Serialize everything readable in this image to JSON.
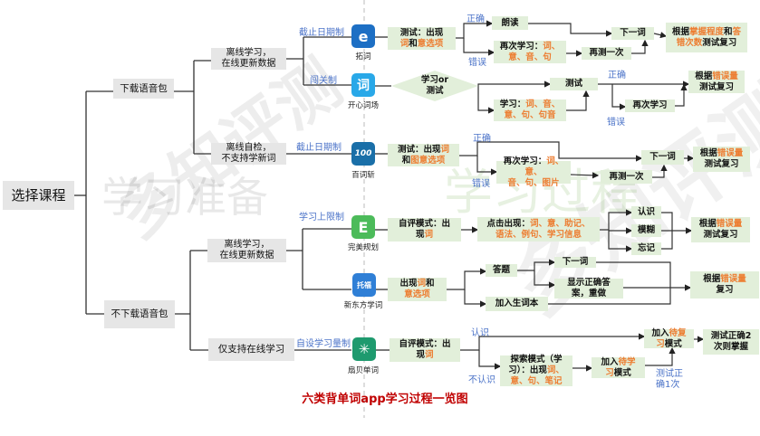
{
  "title": "六类背单词app学习过程一览图",
  "watermarks": {
    "prep": "学习准备",
    "process": "学习过程",
    "brand": "多知评测"
  },
  "root": "选择课程",
  "level1": {
    "download": "下载语音包",
    "no_download": "不下载语音包"
  },
  "level2": {
    "offline_a": "离线学习，\n在线更新数据",
    "offline_check": "离线自检，\n不支持学新词",
    "offline_b": "离线学习，\n在线更新数据",
    "online_only": "仅支持在线学习"
  },
  "rules": [
    "截止日期制",
    "闯关制",
    "截止日期制",
    "学习上限制",
    "自设学习量制"
  ],
  "apps": [
    {
      "name": "拓词",
      "glyph": "e",
      "color": "#1d6fc4"
    },
    {
      "name": "开心词场",
      "glyph": "词",
      "color": "#29a8e8"
    },
    {
      "name": "百词斩",
      "glyph": "100",
      "color": "#1a6fa8"
    },
    {
      "name": "完美规划",
      "glyph": "E",
      "color": "#4cbb5a"
    },
    {
      "name": "新东方学词",
      "glyph": "托福",
      "color": "#2f7fd6"
    },
    {
      "name": "扇贝单词",
      "glyph": "✳",
      "color": "#1e9a6e"
    }
  ],
  "colors": {
    "box": "#e2efda",
    "highlight": "#ed7d31",
    "label": "#4a72c8",
    "title": "#c00000"
  },
  "edge_labels": {
    "correct": "正确",
    "wrong": "错误",
    "know": "认识",
    "unknown": "不认识",
    "test_once": "测试正\n确1次"
  },
  "flows": {
    "r1_test": [
      {
        "t": "测试：出现\n"
      },
      {
        "t": "词",
        "hl": true
      },
      {
        "t": "和"
      },
      {
        "t": "意选项",
        "hl": true
      }
    ],
    "r1_read": [
      {
        "t": "朗读"
      }
    ],
    "r1_relearn": [
      {
        "t": "再次学习："
      },
      {
        "t": "词、\n意、音、句",
        "hl": true
      }
    ],
    "r1_retest": [
      {
        "t": "再测一次"
      }
    ],
    "r1_next": [
      {
        "t": "下一词"
      }
    ],
    "r1_review": [
      {
        "t": "根据"
      },
      {
        "t": "掌握程度",
        "hl": true
      },
      {
        "t": "和"
      },
      {
        "t": "答\n错次数",
        "hl": true
      },
      {
        "t": "测试复习"
      }
    ],
    "r2_choice": [
      {
        "t": "学习or\n测试"
      }
    ],
    "r2_test": [
      {
        "t": "测试"
      }
    ],
    "r2_learn": [
      {
        "t": "学习："
      },
      {
        "t": "词、音、\n意、句、句音",
        "hl": true
      }
    ],
    "r2_relearn": [
      {
        "t": "再次学习"
      }
    ],
    "r2_review": [
      {
        "t": "根据"
      },
      {
        "t": "错误量",
        "hl": true
      },
      {
        "t": "\n测试复习"
      }
    ],
    "r3_test": [
      {
        "t": "测试：出现"
      },
      {
        "t": "词",
        "hl": true
      },
      {
        "t": "\n和"
      },
      {
        "t": "图意选项",
        "hl": true
      }
    ],
    "r3_relearn": [
      {
        "t": "再次学习："
      },
      {
        "t": "词、意、\n音、句、图片",
        "hl": true
      }
    ],
    "r3_retest": [
      {
        "t": "再测一次"
      }
    ],
    "r3_next": [
      {
        "t": "下一词"
      }
    ],
    "r3_review": [
      {
        "t": "根据"
      },
      {
        "t": "错误量",
        "hl": true
      },
      {
        "t": "\n测试复习"
      }
    ],
    "r4_self": [
      {
        "t": "自评模式：出\n现"
      },
      {
        "t": "词",
        "hl": true
      }
    ],
    "r4_click": [
      {
        "t": "点击出现："
      },
      {
        "t": "词、意、助记、\n语法、例句、学习信息",
        "hl": true
      }
    ],
    "r4_know": [
      {
        "t": "认识"
      }
    ],
    "r4_vague": [
      {
        "t": "模糊"
      }
    ],
    "r4_forget": [
      {
        "t": "忘记"
      }
    ],
    "r4_review": [
      {
        "t": "根据"
      },
      {
        "t": "错误量",
        "hl": true
      },
      {
        "t": "\n测试复习"
      }
    ],
    "r5_show": [
      {
        "t": "出现"
      },
      {
        "t": "词",
        "hl": true
      },
      {
        "t": "和\n"
      },
      {
        "t": "意选项",
        "hl": true
      }
    ],
    "r5_answer": [
      {
        "t": "答题"
      }
    ],
    "r5_next": [
      {
        "t": "下一词"
      }
    ],
    "r5_redo": [
      {
        "t": "显示正确答\n案，重做"
      }
    ],
    "r5_notebook": [
      {
        "t": "加入生词本"
      }
    ],
    "r5_review": [
      {
        "t": "根据"
      },
      {
        "t": "错误量",
        "hl": true
      },
      {
        "t": "\n复习"
      }
    ],
    "r6_self": [
      {
        "t": "自评模式：出\n现"
      },
      {
        "t": "词",
        "hl": true
      }
    ],
    "r6_explore": [
      {
        "t": "探索模式（学\n习）：出现"
      },
      {
        "t": "词、\n意、句、笔记",
        "hl": true
      }
    ],
    "r6_tolearn": [
      {
        "t": "加入"
      },
      {
        "t": "待学\n习",
        "hl": true
      },
      {
        "t": "模式"
      }
    ],
    "r6_toreview": [
      {
        "t": "加入"
      },
      {
        "t": "待复\n习",
        "hl": true
      },
      {
        "t": "模式"
      }
    ],
    "r6_master": [
      {
        "t": "测试正确2\n次则掌握"
      }
    ]
  }
}
